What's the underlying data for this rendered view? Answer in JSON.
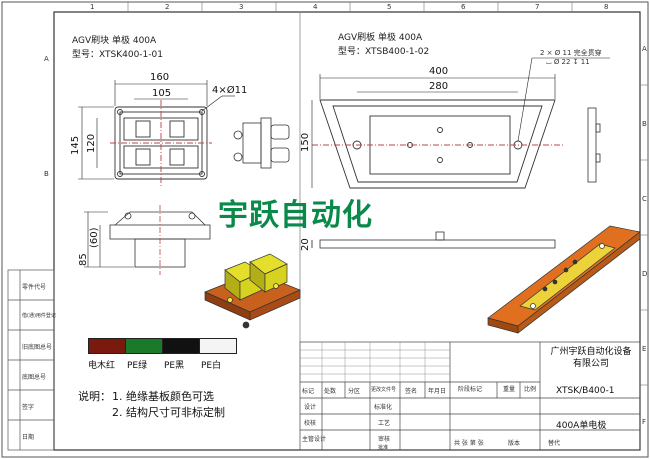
{
  "left_part": {
    "title_line1": "AGV刷块  单极  400A",
    "title_line2": "型号：XTSK400-1-01",
    "dim_width_outer": "160",
    "dim_width_inner": "105",
    "dim_hole": "4×Ø11",
    "dim_height_outer": "145",
    "dim_height_inner": "120",
    "dim_side_60": "(60)",
    "dim_side_85": "85"
  },
  "right_part": {
    "title_line1": "AGV刷板  单极  400A",
    "title_line2": "型号：XTSB400-1-02",
    "dim_length_outer": "400",
    "dim_length_inner": "280",
    "dim_height": "150",
    "dim_thickness": "20",
    "hole_note_1": "2 × Ø 11 完全贯穿",
    "hole_note_2": "⌴ Ø 22 ↧ 11"
  },
  "watermark": "宇跃自动化",
  "colors": {
    "title": "color legend",
    "items": [
      {
        "label": "电木红",
        "color": "#7a1a0e"
      },
      {
        "label": "PE绿",
        "color": "#1a7a2a"
      },
      {
        "label": "PE黑",
        "color": "#111111"
      },
      {
        "label": "PE白",
        "color": "#f4f4f4"
      }
    ]
  },
  "notes": {
    "heading": "说明：",
    "line1": "1. 绝缘基板颜色可选",
    "line2": "2. 结构尺寸可非标定制"
  },
  "side_labels": [
    "零件代号",
    "借(通)用件登记",
    "旧底图总号",
    "底图总号",
    "签字",
    "日期"
  ],
  "title_block": {
    "company": "广州宇跃自动化设备有限公司",
    "drawing_no": "XTSK/B400-1",
    "name": "400A单电极",
    "stage_mark": "阶段标记",
    "weight": "重量",
    "scale": "比例",
    "row_labels": [
      "标记",
      "处数",
      "分区",
      "更改文件号",
      "签名",
      "年月日"
    ],
    "roles": [
      "设计",
      "校核",
      "主管设计"
    ],
    "roles2": [
      "标准化",
      "工艺",
      "审核",
      "批准"
    ],
    "bottom": [
      "共 张  第 张",
      "版本",
      "替代"
    ]
  },
  "zone_letters": [
    "A",
    "B",
    "C",
    "D",
    "E",
    "F"
  ],
  "zone_numbers": [
    "1",
    "2",
    "3",
    "4",
    "5",
    "6",
    "7",
    "8"
  ]
}
